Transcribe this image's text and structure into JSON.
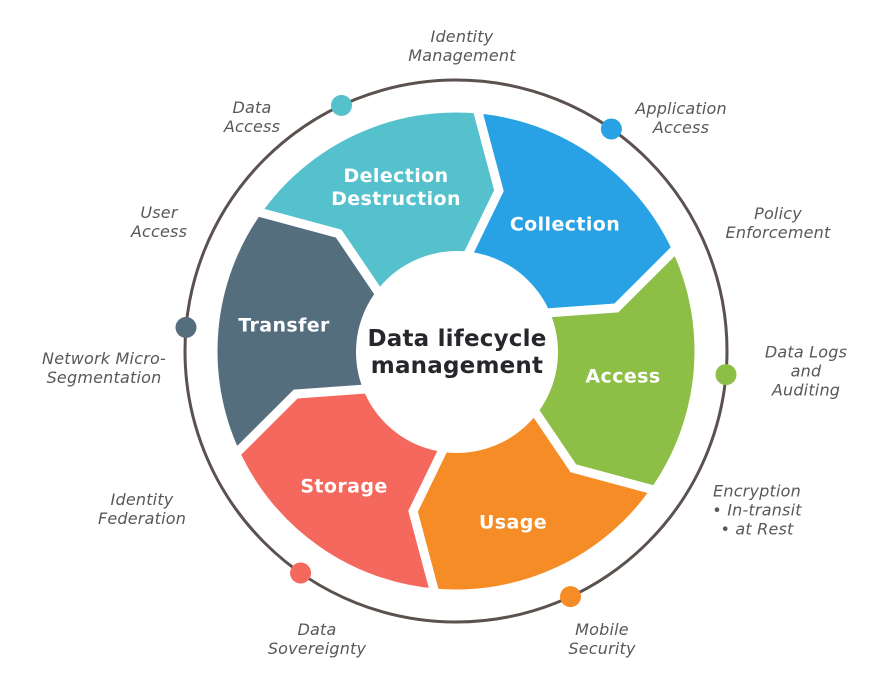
{
  "diagram": {
    "center_title": "Data lifecycle\nmanagement",
    "segments": [
      {
        "id": "deletion",
        "label": "Delection\nDestruction",
        "color": "#55C1CC",
        "start": -145
      },
      {
        "id": "collection",
        "label": "Collection",
        "color": "#28A2E5",
        "start": -85
      },
      {
        "id": "access",
        "label": "Access",
        "color": "#8DBE45",
        "start": -25
      },
      {
        "id": "usage",
        "label": "Usage",
        "color": "#F68C26",
        "start": 35
      },
      {
        "id": "storage",
        "label": "Storage",
        "color": "#F5685E",
        "start": 95
      },
      {
        "id": "transfer",
        "label": "Transfer",
        "color": "#546E7E",
        "start": 155
      }
    ],
    "satellites": [
      {
        "id": "identity-management",
        "label": "Identity\nManagement"
      },
      {
        "id": "application-access",
        "label": "Application\nAccess"
      },
      {
        "id": "policy-enforcement",
        "label": "Policy\nEnforcement"
      },
      {
        "id": "data-logs-and-auditing",
        "label": "Data Logs\nand Auditing"
      },
      {
        "id": "encryption",
        "label": "Encryption\n• In-transit\n• at Rest"
      },
      {
        "id": "mobile-security",
        "label": "Mobile\nSecurity"
      },
      {
        "id": "data-sovereignty",
        "label": "Data\nSovereignty"
      },
      {
        "id": "identity-federation",
        "label": "Identity\nFederation"
      },
      {
        "id": "network-micro-segmentation",
        "label": "Network Micro-\nSegmentation"
      },
      {
        "id": "user-access",
        "label": "User\nAccess"
      },
      {
        "id": "data-access",
        "label": "Data\nAccess"
      }
    ],
    "colors": {
      "ring": "#5B524F",
      "satellite_label": "#58585B",
      "center_title": "#26262B",
      "segment_gap": "#FFFFFF",
      "background": "#FFFFFF"
    }
  }
}
